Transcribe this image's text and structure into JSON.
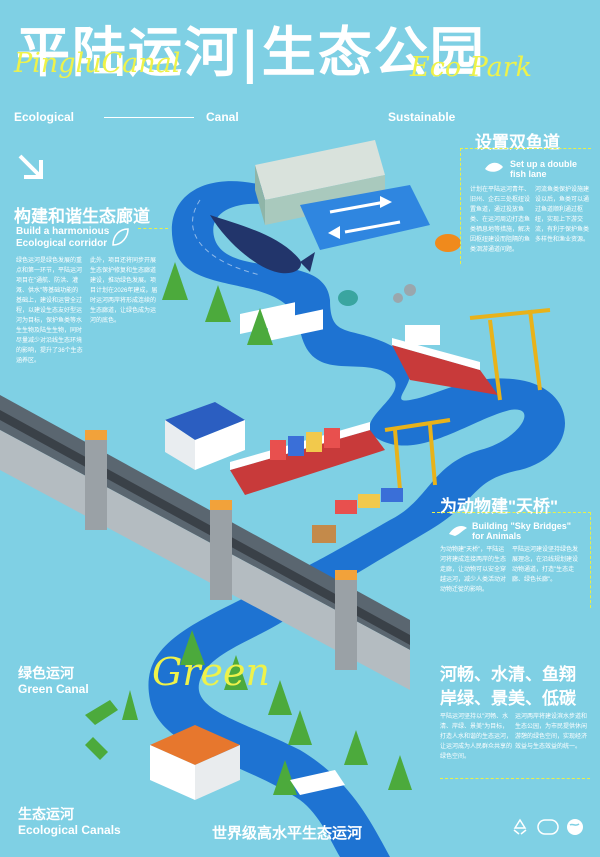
{
  "header": {
    "title_cn": "平陆运河|生态公园",
    "script_left": "PingluCanal",
    "script_right": "Eco Park",
    "tag_left": "Ecological",
    "tag_mid": "Canal",
    "tag_right": "Sustainable"
  },
  "fish_lane": {
    "title_cn": "设置双鱼道",
    "title_en_1": "Set up a double",
    "title_en_2": "fish lane",
    "col1": "计划在平陆运河青年、旧州、企石三处枢纽设置鱼道，通过投放鱼类、在运河周边打造鱼类栖息地等措施，解决因枢纽建设而阻隔的鱼类洄游通道问题。",
    "col2": "河流鱼类保护设施建设以后，鱼类可以通过鱼道顺利通过枢纽，实现上下游交流，有利于保护鱼类多样性和渔业资源。"
  },
  "corridor": {
    "title_cn": "构建和谐生态廊道",
    "title_en_1": "Build a harmonious",
    "title_en_2": "Ecological corridor",
    "col1": "绿色运河是绿色发展的重点和第一环节，平陆运河项目在\"通航、防洪、灌溉、供水\"等基础功能的基础上，建设和运营全过程，以建设生态友好型运河为目标，保护鱼类等水生生物及陆生生物，同时尽量减少对沿线生态环境的影响，提升了36个生态涵养区。",
    "col2": "此外，项目还将同步开展生态保护修复和生态廊道建设，推动绿色发展。项目计划在2026年建成，届时运河两岸将形成连续的生态廊道，让绿色成为运河的底色。"
  },
  "sky_bridge": {
    "title_cn": "为动物建\"天桥\"",
    "title_en_1": "Building \"Sky Bridges\"",
    "title_en_2": "for Animals",
    "col1": "为动物建\"天桥\"，平陆运河将建成连接两岸的生态走廊，让动物可以安全穿越运河，减少人类活动对动物迁徙的影响。",
    "col2": "平陆运河建设坚持绿色发展理念，在沿线规划建设动物通道，打造\"生态走廊、绿色长廊\"。"
  },
  "green_canal": {
    "cn": "绿色运河",
    "en": "Green Canal",
    "script": "Green"
  },
  "slogan": {
    "line1": "河畅、水清、鱼翔",
    "line2": "岸绿、景美、低碳",
    "col1": "平陆运河坚持以\"河畅、水清、岸绿、景美\"为目标，打造人水和谐的生态运河，让运河成为人民群众共享的绿色空间。",
    "col2": "运河两岸将建设滨水步道和生态公园，为市民提供休闲游憩的绿色空间，实现经济效益与生态效益的统一。"
  },
  "eco_canals": {
    "cn": "生态运河",
    "en": "Ecological Canals"
  },
  "footer": {
    "slogan": "世界级高水平生态运河"
  },
  "colors": {
    "background": "#7fd0e4",
    "water": "#1e73d2",
    "accent": "#eef24a",
    "bridge": "#9aa1a6",
    "tree": "#4caa3c"
  }
}
